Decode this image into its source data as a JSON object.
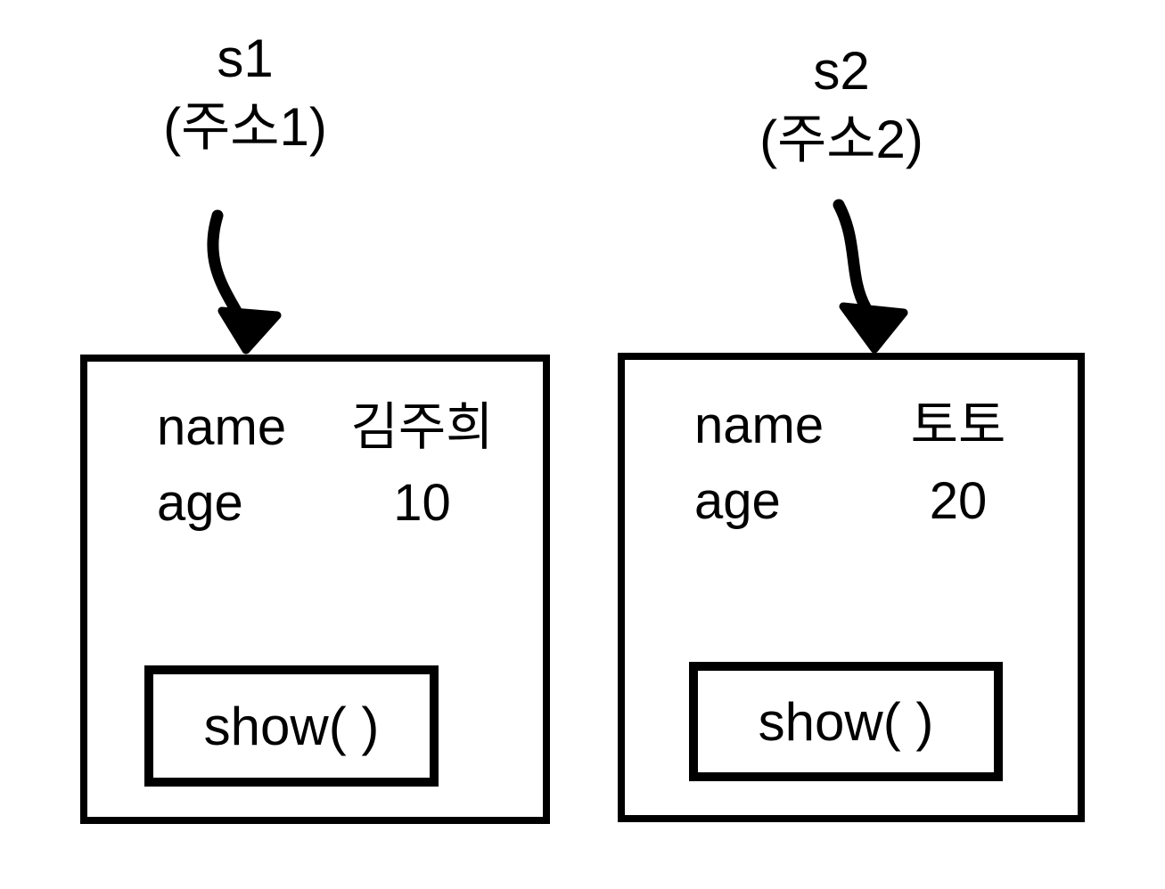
{
  "diagram": {
    "background_color": "#ffffff",
    "line_color": "#000000",
    "objects": [
      {
        "id": "s1",
        "ref_label": "s1",
        "ref_sublabel": "(주소1)",
        "fields": [
          {
            "label": "name",
            "value": "김주희"
          },
          {
            "label": "age",
            "value": "10"
          }
        ],
        "method_label": "show( )"
      },
      {
        "id": "s2",
        "ref_label": "s2",
        "ref_sublabel": "(주소2)",
        "fields": [
          {
            "label": "name",
            "value": "토토"
          },
          {
            "label": "age",
            "value": "20"
          }
        ],
        "method_label": "show( )"
      }
    ]
  }
}
